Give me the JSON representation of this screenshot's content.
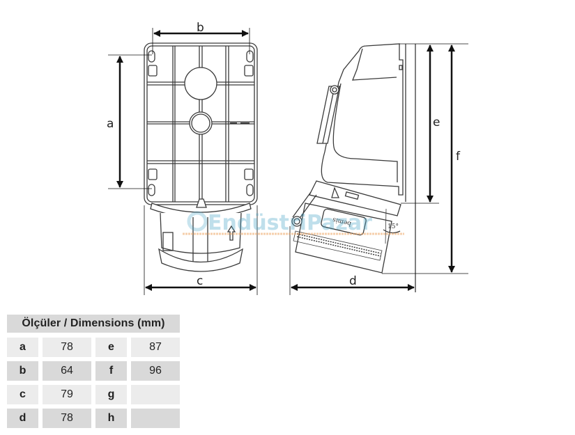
{
  "diagram": {
    "front_view": {
      "labels": {
        "a": "a",
        "b": "b",
        "c": "c"
      }
    },
    "side_view": {
      "labels": {
        "d": "d",
        "e": "e",
        "f": "f"
      },
      "angle": "15°",
      "brand_mark": "bemis"
    },
    "watermark": "EndüstriPazar",
    "colors": {
      "line": "#3a3a3a",
      "dim_line": "#111111",
      "watermark_blue": "#4aa6c8",
      "watermark_orange": "#f0a868"
    }
  },
  "table": {
    "title": "Ölçüler / Dimensions (mm)",
    "rows": [
      {
        "k1": "a",
        "v1": "78",
        "k2": "e",
        "v2": "87"
      },
      {
        "k1": "b",
        "v1": "64",
        "k2": "f",
        "v2": "96"
      },
      {
        "k1": "c",
        "v1": "79",
        "k2": "g",
        "v2": ""
      },
      {
        "k1": "d",
        "v1": "78",
        "k2": "h",
        "v2": ""
      }
    ]
  }
}
